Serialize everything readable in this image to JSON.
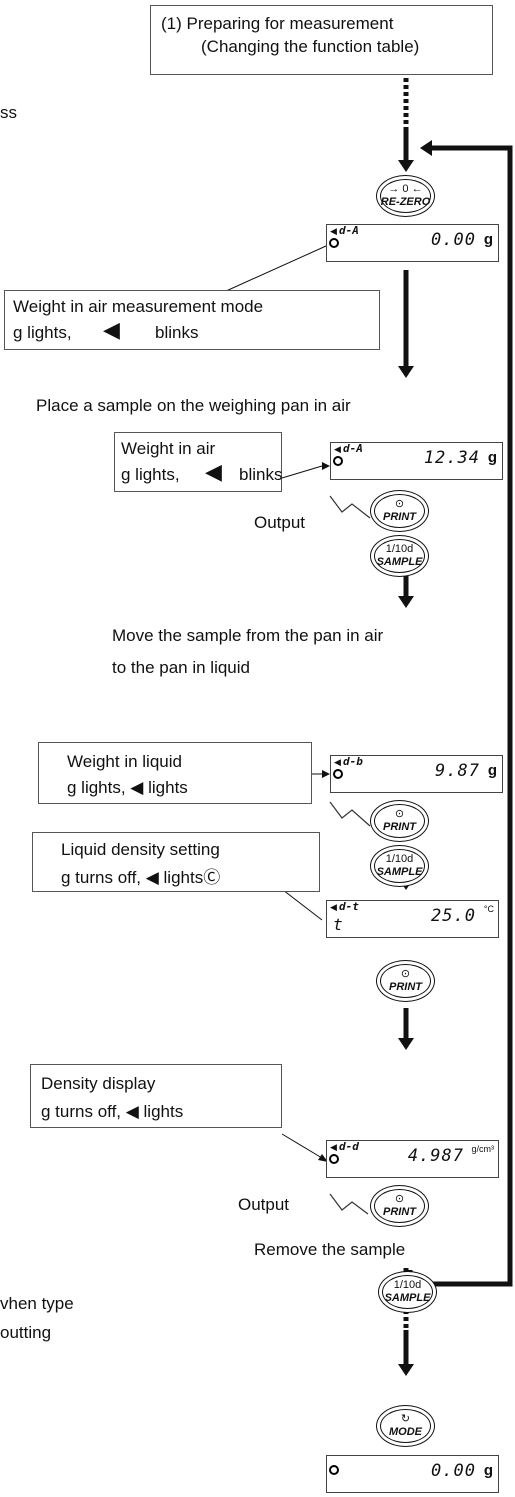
{
  "header_box": {
    "line1": "(1)  Preparing for measurement",
    "line2": "(Changing the function table)"
  },
  "left_fragments": {
    "press": "ss",
    "when_type": "vhen type",
    "putting": "outting"
  },
  "buttons": {
    "rezero": {
      "symbol": "→ 0 ←",
      "label": "RE-ZERO"
    },
    "print": {
      "symbol": "⊙",
      "label": "PRINT"
    },
    "sample": {
      "symbol": "1/10d",
      "label": "SAMPLE"
    },
    "mode": {
      "symbol": "↻",
      "label": "MODE"
    }
  },
  "displays": {
    "air_zero": {
      "mode": "d-A",
      "value": "0.00",
      "unit": "g"
    },
    "air_weight": {
      "mode": "d-A",
      "value": "12.34",
      "unit": "g"
    },
    "liquid": {
      "mode": "d-b",
      "value": "9.87",
      "unit": "g"
    },
    "temp": {
      "mode": "d-t",
      "prefix": "t",
      "value": "25.0",
      "unit": "°C"
    },
    "density": {
      "mode": "d-d",
      "value": "4.987",
      "unit": "g/cm³"
    },
    "final": {
      "value": "0.00",
      "unit": "g"
    }
  },
  "callouts": {
    "air_mode": {
      "line1": "Weight in air measurement mode",
      "line2a": "g lights,",
      "line2b": "blinks"
    },
    "air_weight": {
      "line1": "Weight in air",
      "line2a": "g lights,",
      "line2b": "blinks"
    },
    "liquid": {
      "line1": "Weight in liquid",
      "line2": "g lights,  ◀  lights"
    },
    "density_setting": {
      "line1": "Liquid density setting",
      "line2": "g turns off,  ◀  lightsⒸ"
    },
    "density_display": {
      "line1": "Density display",
      "line2": "g turns off,  ◀  lights"
    }
  },
  "steps": {
    "place_sample": "Place a sample on the weighing pan in air",
    "move_sample_1": "Move the sample from the pan in air",
    "move_sample_2": "to the pan in liquid",
    "output_1": "Output",
    "output_2": "Output",
    "remove_sample": "Remove the sample"
  },
  "colors": {
    "line": "#1a1a1a",
    "border": "#555555"
  }
}
